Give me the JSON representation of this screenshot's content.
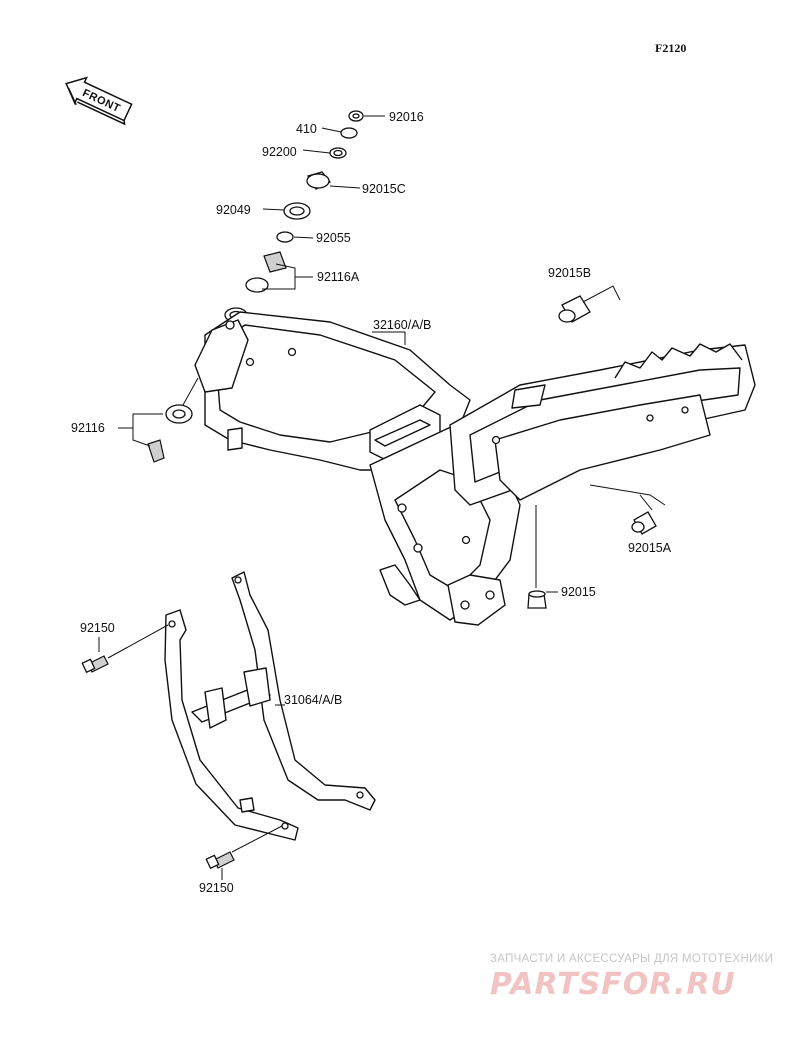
{
  "figure_code": "F2120",
  "direction_label": "FRONT",
  "part_labels": {
    "p92016": "92016",
    "p410": "410",
    "p92200": "92200",
    "p92015C": "92015C",
    "p92049": "92049",
    "p92055": "92055",
    "p92116A": "92116A",
    "p92015B": "92015B",
    "p32160": "32160/A/B",
    "p92116": "92116",
    "p92015A": "92015A",
    "p92015": "92015",
    "p92150_top": "92150",
    "p31064": "31064/A/B",
    "p92150_bottom": "92150"
  },
  "watermark": {
    "tagline": "ЗАПЧАСТИ И АКСЕССУАРЫ ДЛЯ МОТОТЕХНИКИ",
    "logo": "PARTSFOR.RU",
    "color": "#e58a8a"
  }
}
